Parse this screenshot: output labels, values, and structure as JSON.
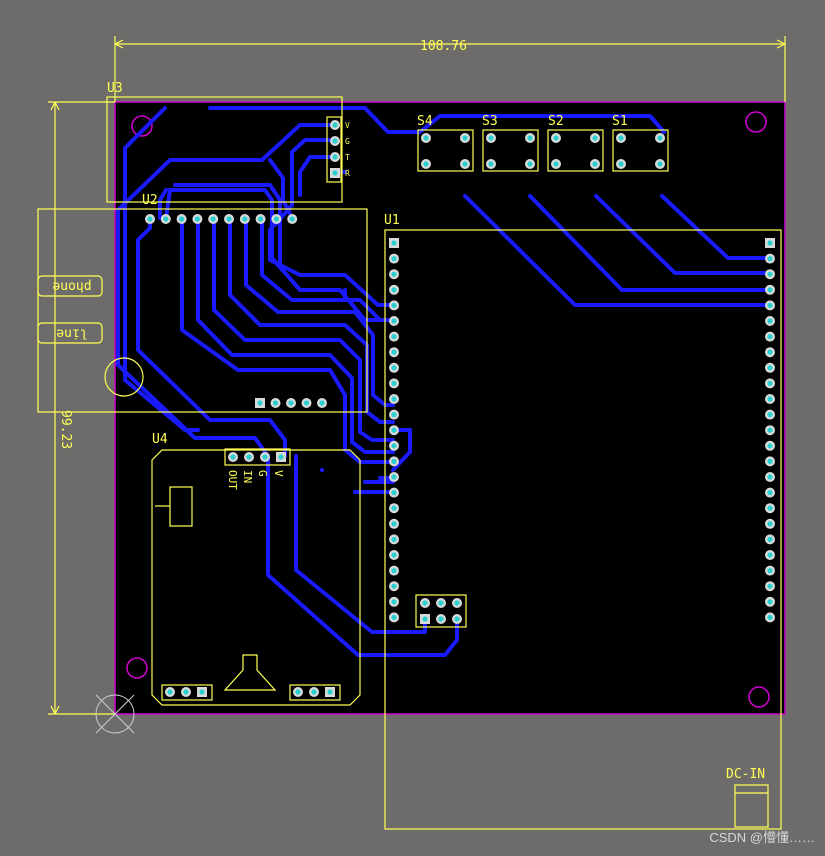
{
  "dimensions": {
    "width_label": "108.76",
    "height_label": "99.23"
  },
  "components": {
    "u3": {
      "ref": "U3",
      "pins": [
        "V",
        "G",
        "T",
        "R"
      ]
    },
    "u2": {
      "ref": "U2"
    },
    "u1": {
      "ref": "U1"
    },
    "u4": {
      "ref": "U4",
      "pins": [
        "OUT",
        "IN",
        "G",
        "V"
      ]
    },
    "switches": [
      "S4",
      "S3",
      "S2",
      "S1"
    ],
    "dc_in": {
      "ref": "DC-IN"
    }
  },
  "jack_labels": {
    "phone": "phone",
    "line": "line"
  },
  "watermark": "CSDN @懵懂……",
  "colors": {
    "background": "#6e6c6a",
    "board": "#000000",
    "board_outline": "#d000d0",
    "silkscreen": "#ffff55",
    "trace": "#1a1aff",
    "pad": "#2ad0d0"
  }
}
